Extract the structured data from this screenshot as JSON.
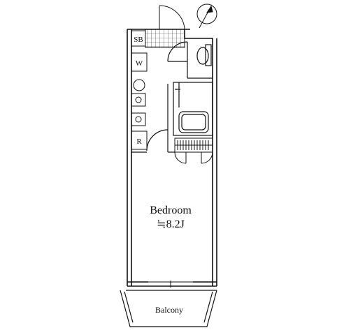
{
  "rooms": {
    "bedroom_name": "Bedroom",
    "bedroom_size": "≒8.2J",
    "balcony": "Balcony"
  },
  "fixtures": {
    "shoe_box": "SB",
    "washer": "W",
    "refrigerator": "R"
  },
  "colors": {
    "line": "#111111",
    "background": "#ffffff"
  }
}
